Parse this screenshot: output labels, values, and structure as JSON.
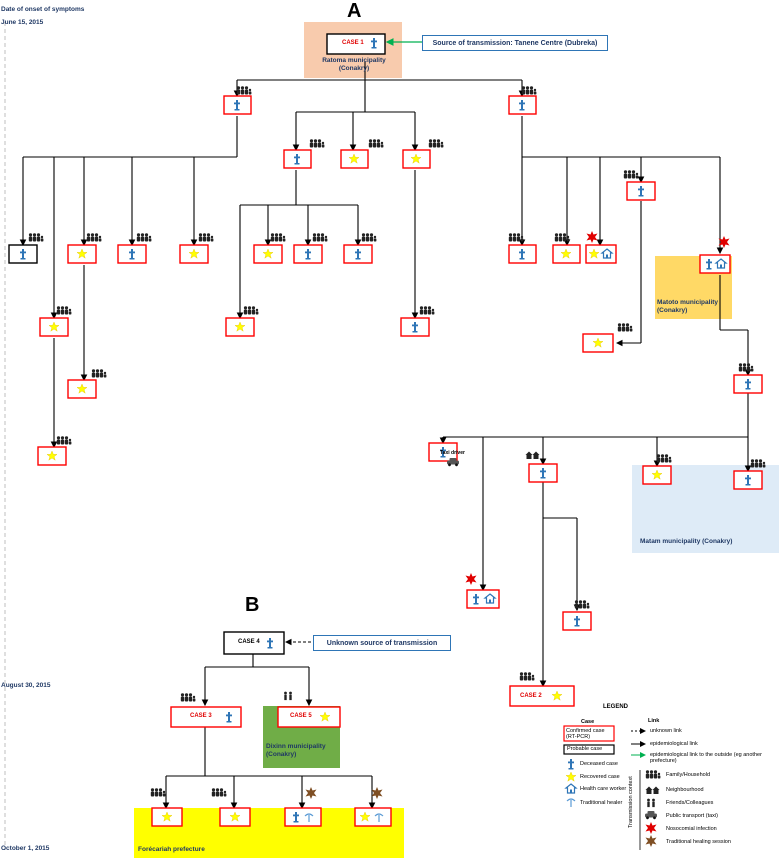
{
  "timeline": {
    "title": "Date of onset of symptoms",
    "dates": [
      "June 15, 2015",
      "August 30, 2015",
      "October 1, 2015"
    ]
  },
  "panels": {
    "a": "A",
    "b": "B"
  },
  "cases": {
    "case1": "CASE 1",
    "case2": "CASE 2",
    "case3": "CASE 3",
    "case4": "CASE 4",
    "case5": "CASE 5"
  },
  "sources": {
    "tanene": "Source of transmission: Tanene Centre (Dubreka)",
    "unknown": "Unknown source of transmission"
  },
  "areas": {
    "ratoma": "Ratoma municipality (Conakry)",
    "matoto": "Matoto municipality (Conakry)",
    "matam": "Matam municipality (Conakry)",
    "dixinn": "Dixinn municipality (Conakry)",
    "forecariah": "Forécariah prefecture"
  },
  "tags": {
    "taxi_driver": "Taxi driver"
  },
  "legend": {
    "title": "LEGEND",
    "case_header": "Case",
    "confirmed": "Confirmed case (RT-PCR)",
    "probable": "Probable case",
    "deceased": "Deceased case",
    "recovered": "Recovered case",
    "hcw": "Health care worker",
    "healer": "Traditional healer",
    "link_header": "Link",
    "unknown_link": "unknown link",
    "epi_link": "epidemiological link",
    "outside_link": "epidemiological link to the outside (eg another prefecture)",
    "context_title": "Transmission context",
    "family": "Family/Household",
    "neighbourhood": "Neighbourhood",
    "friends": "Friends/Colleagues",
    "transport": "Public transport (taxi)",
    "nosocomial": "Nosocomial infection",
    "healing": "Traditional healing session"
  },
  "colors": {
    "confirmed_border": "#ff0000",
    "probable_border": "#000000",
    "deceased_icon": "#2e75b6",
    "recovered_icon": "#ffff00",
    "ratoma_bg": "#f8cbad",
    "matoto_bg": "#ffd966",
    "matam_bg": "#deebf7",
    "dixinn_bg": "#70ad47",
    "forecariah_bg": "#ffff00",
    "outside_link": "#00b050",
    "timeline": "#1f3864"
  }
}
